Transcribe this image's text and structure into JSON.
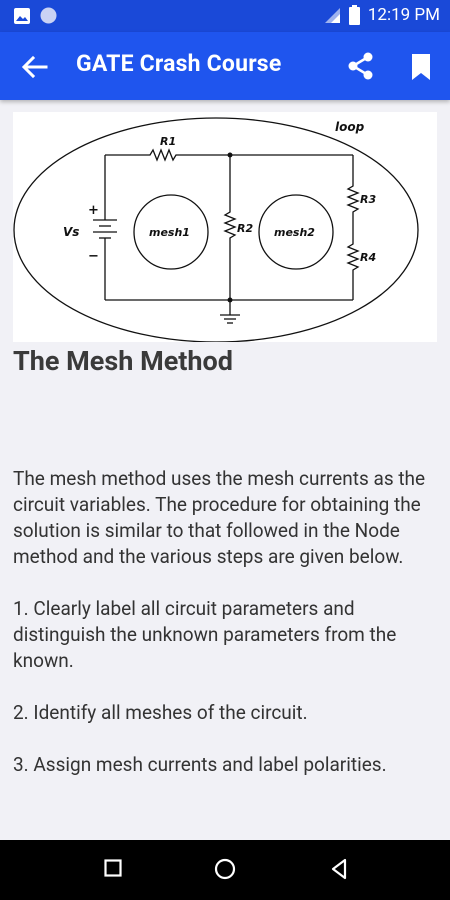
{
  "status_bar": {
    "time": "12:19 PM",
    "icons": [
      "image-notification-icon",
      "circle-notification-icon",
      "signal-icon",
      "battery-icon"
    ]
  },
  "app_bar": {
    "title": "GATE Crash Course",
    "icons": [
      "back-arrow-icon",
      "share-icon",
      "bookmark-icon"
    ]
  },
  "figure": {
    "labels": {
      "loop": "loop",
      "r1": "R1",
      "r2": "R2",
      "r3": "R3",
      "r4": "R4",
      "vs": "Vs",
      "mesh1": "mesh1",
      "mesh2": "mesh2",
      "plus": "+",
      "minus": "−"
    }
  },
  "article": {
    "heading": "The Mesh Method",
    "paragraphs": [
      "The mesh method uses the mesh currents as the circuit variables. The procedure for obtaining the solution is similar to that followed in the Node method and the various steps are given below.",
      "1. Clearly label all circuit parameters and distinguish the unknown parameters from the known.",
      "2. Identify all meshes of the circuit.",
      "3. Assign mesh currents and label polarities."
    ]
  },
  "nav_bar": {
    "icons": [
      "recents-square-icon",
      "home-circle-icon",
      "back-triangle-icon"
    ]
  },
  "colors": {
    "status_bar": "#1a49d8",
    "app_bar": "#1f55ee",
    "background": "#f1f1f6",
    "nav_bar": "#000000"
  }
}
